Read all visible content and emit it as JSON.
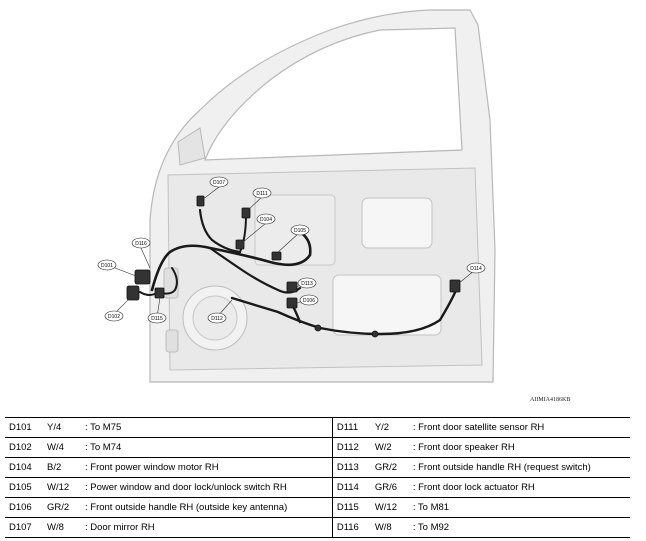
{
  "figure_id": "AIIMIA4186KB",
  "callouts": [
    "D107",
    "D111",
    "D104",
    "D105",
    "D116",
    "D101",
    "D113",
    "D106",
    "D102",
    "D115",
    "D112",
    "D114"
  ],
  "connectors": [
    {
      "left": {
        "code": "D101",
        "term": "Y/4",
        "desc": ": To M75"
      },
      "right": {
        "code": "D111",
        "term": "Y/2",
        "desc": ": Front door satellite sensor RH"
      }
    },
    {
      "left": {
        "code": "D102",
        "term": "W/4",
        "desc": ": To M74"
      },
      "right": {
        "code": "D112",
        "term": "W/2",
        "desc": ": Front door speaker RH"
      }
    },
    {
      "left": {
        "code": "D104",
        "term": "B/2",
        "desc": ": Front power window motor RH"
      },
      "right": {
        "code": "D113",
        "term": "GR/2",
        "desc": ": Front outside handle RH (request switch)"
      }
    },
    {
      "left": {
        "code": "D105",
        "term": "W/12",
        "desc": ": Power window and door lock/unlock switch RH"
      },
      "right": {
        "code": "D114",
        "term": "GR/6",
        "desc": ": Front door lock actuator RH"
      }
    },
    {
      "left": {
        "code": "D106",
        "term": "GR/2",
        "desc": ": Front outside handle RH (outside key antenna)"
      },
      "right": {
        "code": "D115",
        "term": "W/12",
        "desc": ": To M81"
      }
    },
    {
      "left": {
        "code": "D107",
        "term": "W/8",
        "desc": ": Door mirror RH"
      },
      "right": {
        "code": "D116",
        "term": "W/8",
        "desc": ": To M92"
      }
    }
  ]
}
